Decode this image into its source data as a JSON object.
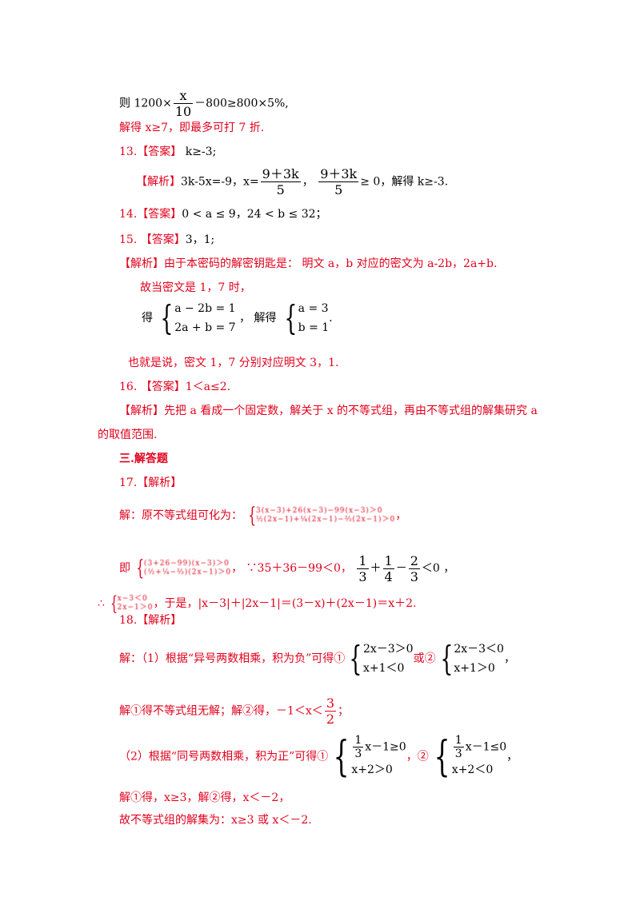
{
  "l1": {
    "a": "则 1200×",
    "num": "x",
    "den": "10",
    "b": "－800≥800×5%,"
  },
  "l2": "解得 x≥7，即最多可打 7 折.",
  "q13": {
    "label": "13.【答案】",
    "ans": "k≥-3;"
  },
  "q13e": {
    "label": "【解析】",
    "a": "3k-5x=-9，x=",
    "num": "9＋3k",
    "den": "5",
    "b": "，",
    "c": "≥ 0，解得 k≥-3."
  },
  "q14": {
    "label": "14.【答案】",
    "ans": "0 < a ≤ 9，24 < b ≤ 32；"
  },
  "q15": {
    "label": "15. 【答案】",
    "ans": "3，1;"
  },
  "q15e": "【解析】由于本密码的解密钥匙是： 明文 a，b 对应的密文为 a-2b，2a+b.",
  "q15f": "故当密文是 1，7 时，",
  "q15g": {
    "pre": "得",
    "r1": "a − 2b = 1",
    "r2": "2a + b = 7",
    "mid": "，  解得",
    "s1": "a = 3",
    "s2": "b = 1",
    "end": "."
  },
  "q15h": "也就是说，密文 1，7 分别对应明文 3，1.",
  "q16": {
    "label": "16. 【答案】",
    "ans": "1＜a≤2."
  },
  "q16e1": "【解析】先把 a 看成一个固定数，解关于 x 的不等式组，再由不等式组的解集研究 a",
  "q16e2": "的取值范围.",
  "sec3": "三.解答题",
  "q17": "17.【解析】",
  "q17a": {
    "pre": "解：原不等式组可化为：",
    "r1": "3(x−3)+26(x−3)−99(x−3)＞0",
    "r2": "½(2x−1)+¼(2x−1)−⅔(2x−1)＞0",
    "end": "，"
  },
  "q17b": {
    "pre": "即",
    "r1": "(3+26−99)(x−3)＞0",
    "r2": "(½+¼−⅔)(2x−1)＞0",
    "mid": "，  ∵35＋36－99＜0，",
    "f1": "1",
    "d1": "3",
    "f2": "1",
    "d2": "4",
    "f3": "2",
    "d3": "3",
    "end": "＜0 ，"
  },
  "q17c": {
    "pre": "∴",
    "r1": "x−3＜0",
    "r2": "2x−1＞0",
    "post": "，于是，|x－3|＋|2x－1|＝(3－x)＋(2x－1)＝x＋2."
  },
  "q18": "18.【解析】",
  "q18a": {
    "pre": "解：（1）根据“异号两数相乘，积为负”可得①",
    "r1": "2x－3＞0",
    "r2": "x+1＜0",
    "mid": "或②",
    "s1": "2x－3＜0",
    "s2": "x+1＞0",
    "end": "，"
  },
  "q18b": {
    "pre": "解①得不等式组无解；解②得，－1＜x＜",
    "num": "3",
    "den": "2",
    "end": "；"
  },
  "q18c": {
    "pre": "（2）根据“同号两数相乘，积为正”可得①",
    "n1": "1",
    "d1": "3",
    "r1": "x－1≥0",
    "r2": "x+2＞0",
    "mid": "，②",
    "n2": "1",
    "d2": "3",
    "s1": "x－1≤0",
    "s2": "x+2＜0",
    "end": "，"
  },
  "q18d": "解①得，x≥3，解②得，x＜－2，",
  "q18e": "故不等式组的解集为：x≥3 或 x＜－2."
}
